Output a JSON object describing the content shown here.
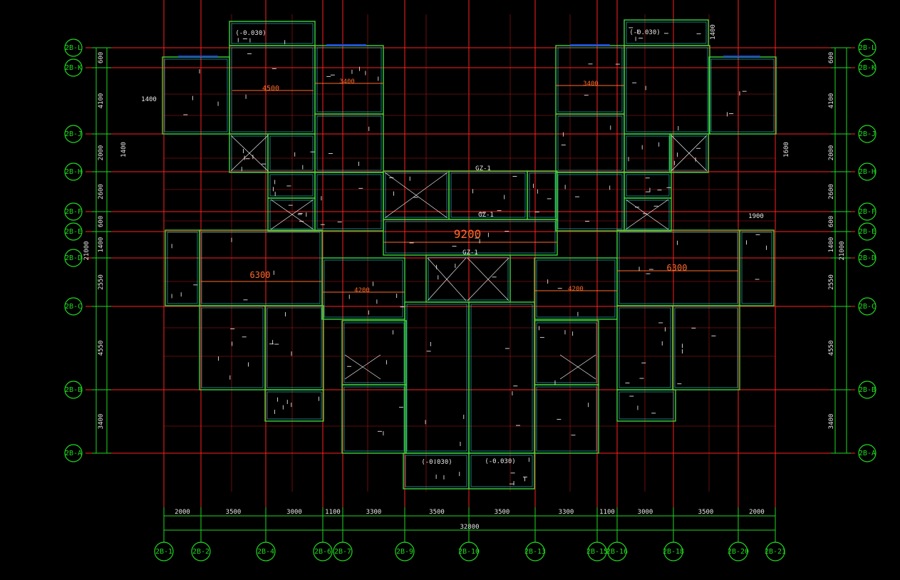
{
  "drawing": {
    "colors": {
      "background": "#000000",
      "axis": "#ff2020",
      "wall": "#3cd33c",
      "wall_inner": "#2ecfcf",
      "bubble": "#1fd81f",
      "dimension": "#1fd81f",
      "dim_text": "#e8e8e8",
      "beam": "#ff6a2a",
      "rebar": "#ffffff",
      "accent_blue": "#2040ff"
    },
    "top_axes": [
      {
        "label": "2B-1"
      },
      {
        "label": "2B-2"
      },
      {
        "label": "2B-4"
      },
      {
        "label": "2B-6"
      },
      {
        "label": "2B-7"
      },
      {
        "label": "2B-9"
      },
      {
        "label": "2B-10"
      },
      {
        "label": "2B-13"
      },
      {
        "label": "2B-15"
      },
      {
        "label": "2B-16"
      },
      {
        "label": "2B-18"
      },
      {
        "label": "2B-20"
      },
      {
        "label": "2B-21"
      }
    ],
    "bottom_dims": [
      "2000",
      "3500",
      "3000",
      "1100",
      "3300",
      "3500",
      "3500",
      "3300",
      "1100",
      "3000",
      "3500",
      "2000"
    ],
    "bottom_total": "32800",
    "row_axes": [
      {
        "label": "2B-L"
      },
      {
        "label": "2B-K"
      },
      {
        "label": "2B-J"
      },
      {
        "label": "2B-H"
      },
      {
        "label": "2B-F"
      },
      {
        "label": "2B-E"
      },
      {
        "label": "2B-D"
      },
      {
        "label": "2B-C"
      },
      {
        "label": "2B-B"
      },
      {
        "label": "2B-A"
      }
    ],
    "side_dims": [
      "600",
      "4100",
      "2000",
      "2600",
      "600",
      "1400",
      "2550",
      "4550",
      "3400"
    ],
    "side_total": "21000",
    "spans": {
      "center_top": "9200",
      "left_mid": "6300",
      "right_mid": "6300",
      "left_small": "4200",
      "right_small": "4200",
      "left_upper_1": "4500",
      "left_upper_2": "3400",
      "right_upper": "3400"
    },
    "column_tags": {
      "gz_top": "GZ-1",
      "gz_mid": "GZ-1",
      "gz_low": "GZ-1"
    },
    "notes": {
      "dim_1400_a": "1400",
      "dim_1400_b": "1400",
      "dim_1400_c": "1400",
      "dim_1600": "1600",
      "dim_1900": "1900",
      "level_1": "(-0.030)",
      "level_2": "(-0.030)",
      "level_3": "(-0.030)",
      "level_4": "(-0.030)"
    }
  }
}
